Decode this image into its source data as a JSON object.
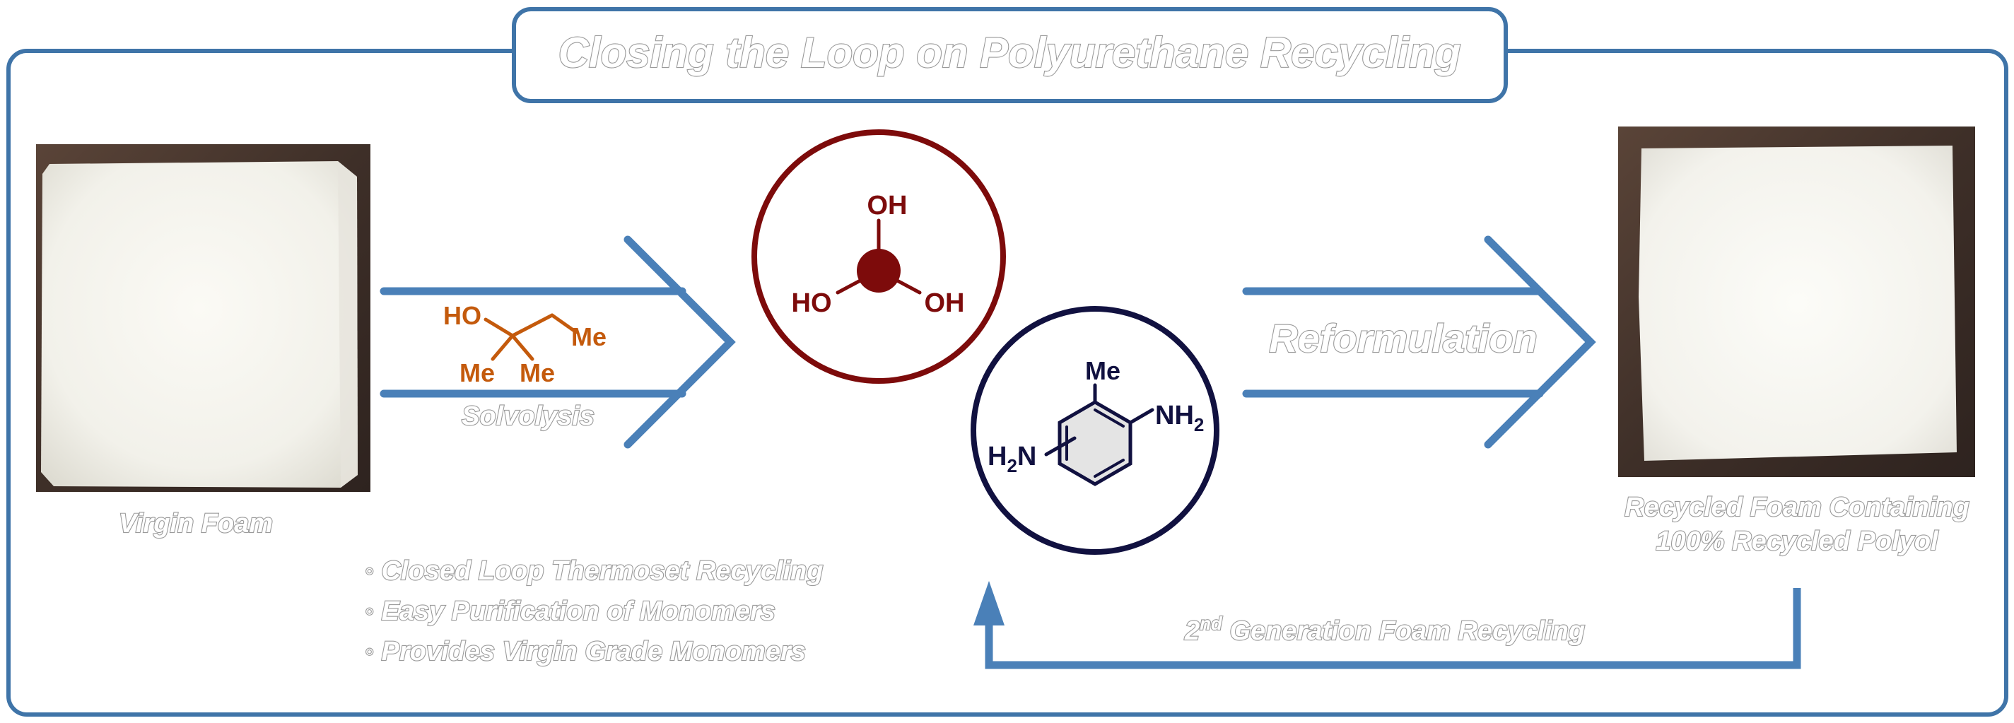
{
  "title": "Closing the Loop on Polyurethane Recycling",
  "virgin_foam_label": "Virgin Foam",
  "solvolysis_label": "Solvolysis",
  "solvent_structure": {
    "oh_label": "HO",
    "me_right": "Me",
    "me_left": "Me",
    "me_bottom": "Me"
  },
  "polyol_structure": {
    "oh_top": "OH",
    "oh_left": "HO",
    "oh_right": "OH"
  },
  "diamine_structure": {
    "me_label": "Me",
    "nh2_right_main": "NH",
    "nh2_right_sub": "2",
    "nh2_left_h": "H",
    "nh2_left_sub": "2",
    "nh2_left_n": "N"
  },
  "reformulation_label": "Reformulation",
  "recycled_foam_label_line1": "Recycled Foam Containing",
  "recycled_foam_label_line2": "100% Recycled Polyol",
  "second_generation": {
    "number": "2",
    "superscript": "nd",
    "text": " Generation Foam Recycling"
  },
  "bullets": [
    "Closed Loop Thermoset Recycling",
    "Easy Purification of Monomers",
    "Provides Virgin Grade Monomers"
  ],
  "bullet_marker": "◦",
  "colors": {
    "frame_blue": "#3f74a8",
    "arrow_blue": "#4a80b8",
    "polyol_red": "#7d0b0b",
    "diamine_navy": "#111140",
    "solvent_orange": "#c45a0c",
    "outline_gray": "#9a9a9a",
    "photo_bg": "#4a3830",
    "foam_white": "#f6f5ef"
  }
}
